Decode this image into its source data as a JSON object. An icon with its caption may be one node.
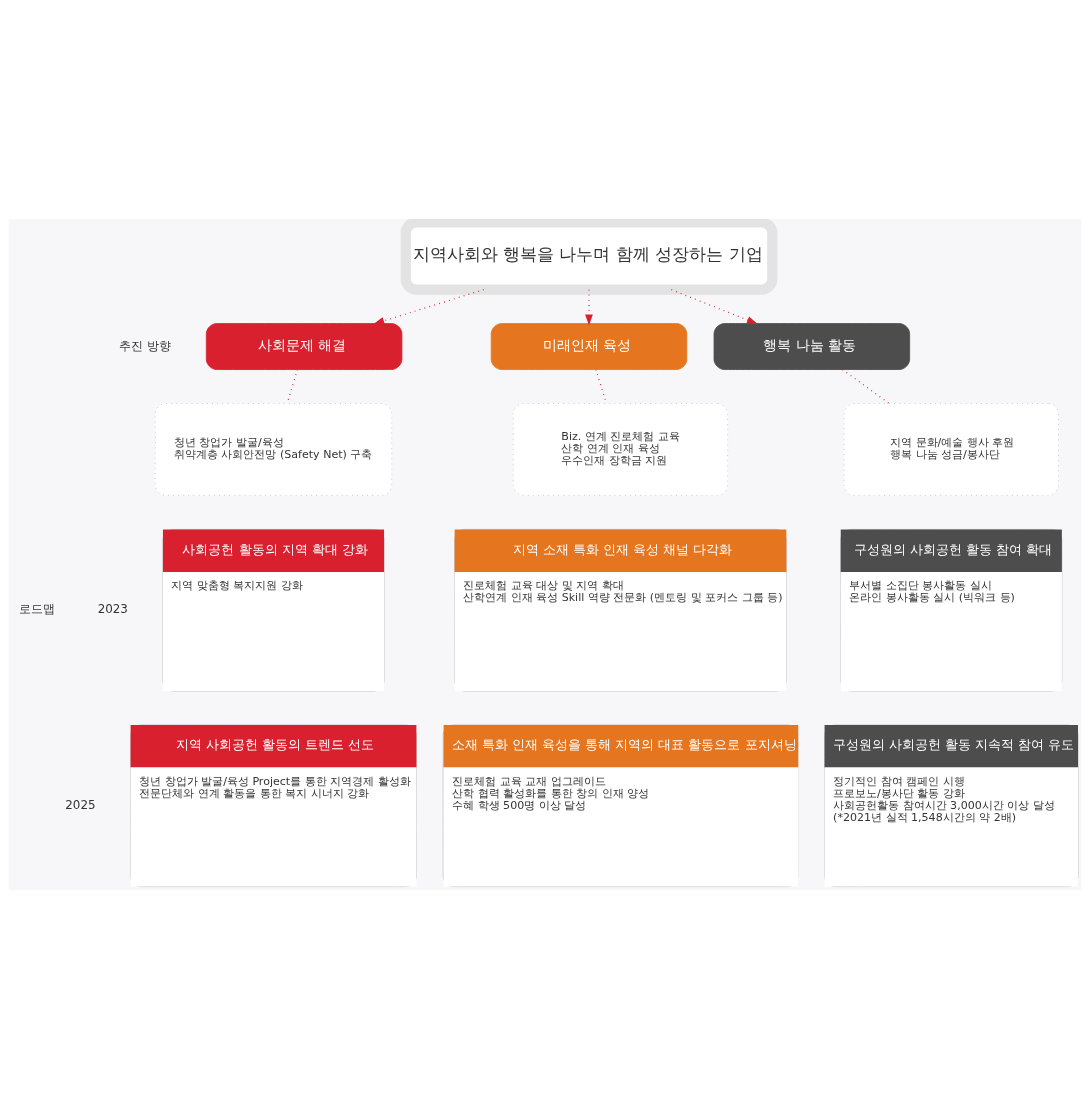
{
  "diagram": {
    "nodes": [
      {
        "text": [
          "지역사회와 행복을 나누며 함께 성장하는 기업"
        ]
      },
      {
        "text": [
          "사회문제 해결"
        ]
      },
      {
        "text": [
          "미래인재 육성"
        ]
      },
      {
        "text": [
          "행복 나눔 활동"
        ]
      },
      {
        "text": [
          "청년 창업가 발굴/육성",
          "취약계층 사회안전망 (Safety Net) 구축"
        ]
      },
      {
        "text": [
          "Biz. 연계 진로체험 교육",
          "산학 연계 인재 육성",
          "우수인재 장학금 지원"
        ]
      },
      {
        "text": [
          "지역 문화/예술 행사 후원",
          "행복 나눔 성금/봉사단"
        ]
      },
      {
        "text": [
          "사회공헌 활동의 지역 확대 강화",
          "지역 맞춤형 복지지원 강화"
        ]
      },
      {
        "text": [
          "지역 소재 특화 인재 육성 채널 다각화",
          "진로체험 교육 대상 및 지역 확대",
          "산학연계 인재 육성 Skill 역량 전문화 (멘토링 및 포커스 그룹 등)"
        ]
      },
      {
        "text": [
          "구성원의 사회공헌 활동 참여 확대",
          "부서별 소집단 봉사활동 실시",
          "온라인 봉사활동 실시 (빅워크 등)"
        ]
      },
      {
        "text": [
          "지역 사회공헌 활동의 트렌드 선도",
          "청년 창업가 발굴/육성 Project를 통한 지역경제 활성화",
          "전문단체와 연계 활동을 통한 복지 시너지 강화"
        ]
      },
      {
        "text": [
          "소재 특화 인재 육성을 통해 지역의 대표 활동으로 포지셔닝",
          "진로체험 교육 교재 업그레이드",
          "산학 협력 활성화를 통한 창의 인재 양성",
          "수혜 학생 500명 이상 달성"
        ]
      },
      {
        "text": [
          "구성원의 사회공헌 활동 지속적 참여 유도",
          "정기적인 참여 캠페인 시행",
          "프로보노/봉사단 활동 강화",
          "사회공헌활동 참여시간 3,000시간 이상 달성",
          "(*2021년 실적 1,548시간의 약 2배)"
        ]
      }
    ],
    "edges": [
      {
        "from": 0,
        "to": 1,
        "arrow": "to",
        "style": "dashed"
      },
      {
        "from": 0,
        "to": 2,
        "arrow": "to",
        "style": "dashed"
      },
      {
        "from": 0,
        "to": 3,
        "arrow": "to",
        "style": "dashed"
      },
      {
        "from": 1,
        "to": 4,
        "arrow": "none",
        "style": "dashed"
      },
      {
        "from": 2,
        "to": 5,
        "arrow": "none",
        "style": "dashed"
      },
      {
        "from": 3,
        "to": 6,
        "arrow": "none",
        "style": "dashed"
      }
    ],
    "labels": [
      "추진 방향",
      "로드맵",
      "2023",
      "2025"
    ]
  }
}
